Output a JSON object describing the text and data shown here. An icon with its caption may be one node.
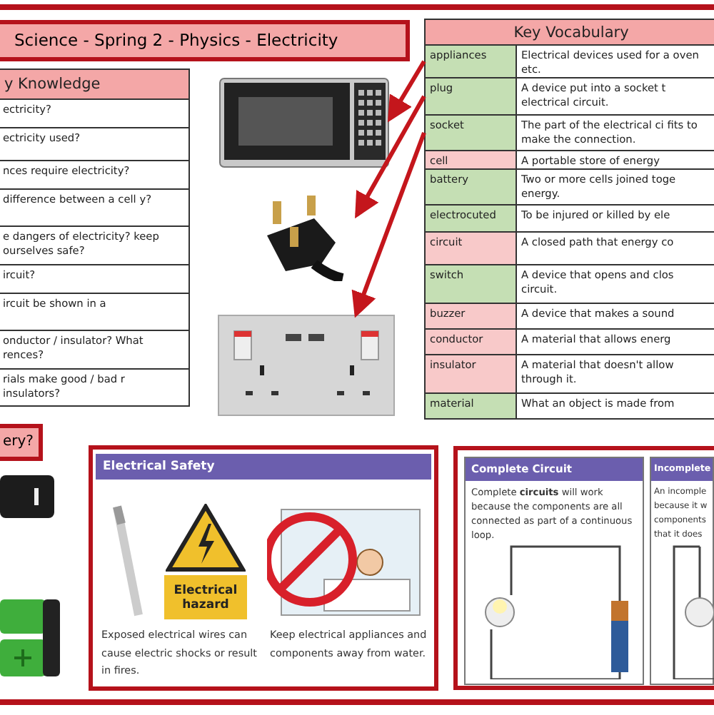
{
  "diagram": {
    "nodes": [
      {
        "text": [
          "Science - Spring 2 - Physics - Electricity"
        ]
      },
      {
        "text": [
          "appliances"
        ]
      },
      {
        "text": [
          "plug"
        ]
      },
      {
        "text": [
          "socket"
        ]
      },
      {
        "text": [],
        "shape": "picture"
      },
      {
        "text": [],
        "shape": "picture"
      },
      {
        "text": [],
        "shape": "picture"
      },
      {
        "text": [
          "ery?"
        ]
      },
      {
        "text": [
          "Electrical Safety",
          "Electrical hazard",
          "Exposed electrical wires can cause electric shocks or result in fires.",
          "Keep electrical appliances and components away from water."
        ]
      },
      {
        "text": [
          "Complete Circuit",
          "Complete **circuits** will work because the components are all connected as part of a continuous loop."
        ]
      },
      {
        "text": [
          "Incomplete",
          "An incomple because it w components that it does"
        ]
      }
    ],
    "edges": [
      {
        "from": 1,
        "to": 4,
        "arrow": "to"
      },
      {
        "from": 2,
        "to": 5,
        "arrow": "to"
      },
      {
        "from": 3,
        "to": 6,
        "arrow": "to"
      }
    ],
    "labels": [
      "y Knowledge",
      "ectricity?",
      "ectricity used?",
      "nces require electricity?",
      "difference between a cell y?",
      "e dangers of electricity? keep ourselves safe?",
      "ircuit?",
      "ircuit be shown in a",
      "onductor / insulator? What rences?",
      "rials make good / bad r insulators?",
      "Key Vocabulary",
      "Electrical devices used for a oven etc.",
      "A device put into a socket t electrical circuit.",
      "The part of the electrical ci fits to make the connection.",
      "cell",
      "A portable store of energy",
      "battery",
      "Two or more cells joined toge energy.",
      "electrocuted",
      "To be injured or killed by ele",
      "circuit",
      "A closed path that energy co",
      "switch",
      "A device that opens and clos circuit.",
      "buzzer",
      "A device that makes a sound",
      "conductor",
      "A material that allows energ",
      "insulator",
      "A material that doesn't allow through it.",
      "material",
      "What an object is made from"
    ]
  }
}
